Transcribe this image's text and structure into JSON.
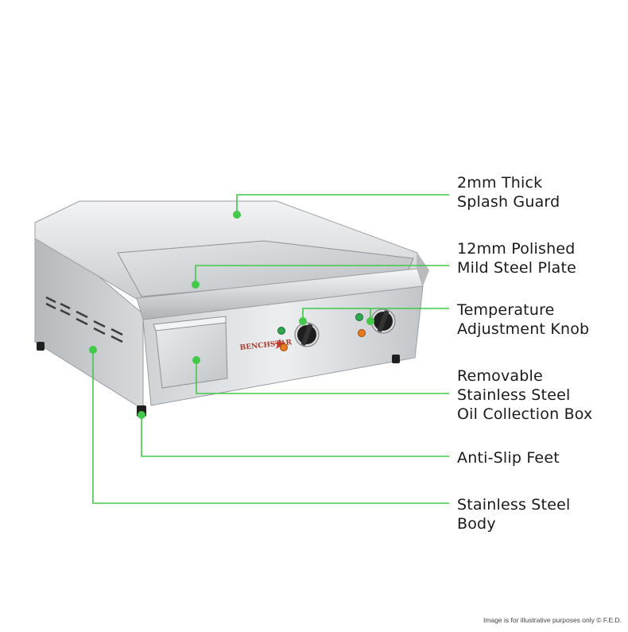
{
  "brand": {
    "name": "BENCHSTAR",
    "accent": "#c0392b"
  },
  "callouts": [
    {
      "line1": "2mm Thick",
      "line2": "Splash Guard"
    },
    {
      "line1": "12mm Polished",
      "line2": "Mild Steel Plate"
    },
    {
      "line1": "Temperature",
      "line2": "Adjustment Knob"
    },
    {
      "line1": "Removable",
      "line2": "Stainless Steel",
      "line3": "Oil Collection Box"
    },
    {
      "line1": "Anti-Slip Feet"
    },
    {
      "line1": "Stainless Steel",
      "line2": "Body"
    }
  ],
  "footer": {
    "disclaimer": "Image is for illustrative purposes only  © F.E.D."
  },
  "colors": {
    "callout_line": "#43c84a",
    "steel_light": "#e6e8ea",
    "steel_mid": "#c4c7ca",
    "steel_dark": "#8e9296",
    "knob": "#1e1e1e",
    "indicator_green": "#2fa84f",
    "indicator_orange": "#e8791e"
  }
}
